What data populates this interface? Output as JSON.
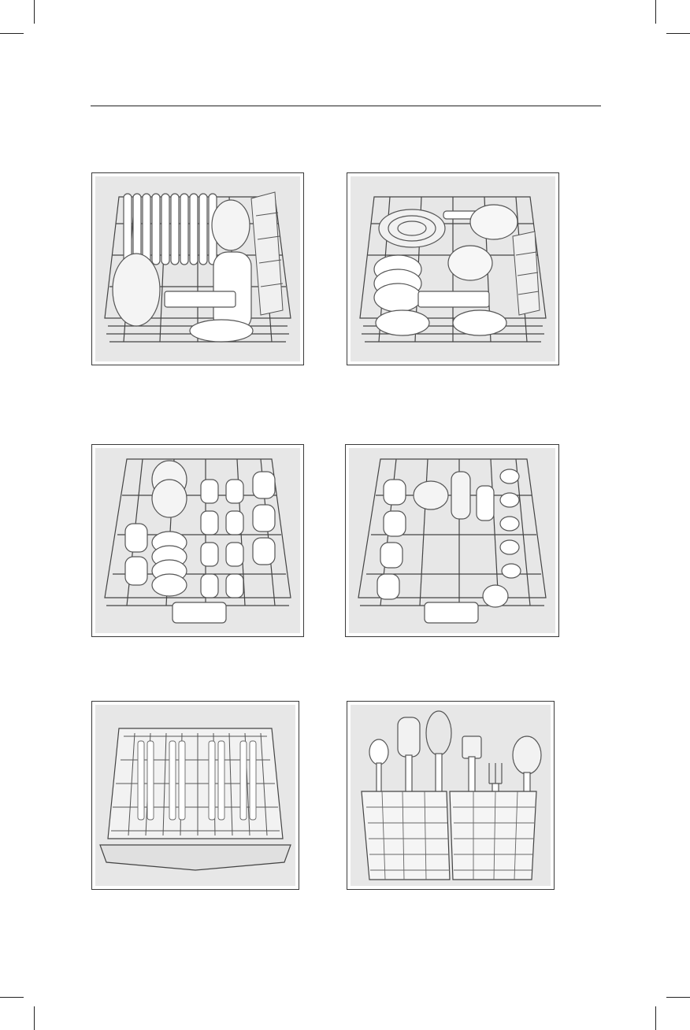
{
  "page": {
    "background": "#ffffff",
    "illustration_background": "#e7e7e7",
    "line_color": "#3a3a3a"
  },
  "illustrations": [
    {
      "id": "lower-rack-plates",
      "icon": "lower-rack-plates-illustration"
    },
    {
      "id": "lower-rack-pots",
      "icon": "lower-rack-pots-illustration"
    },
    {
      "id": "upper-rack-cups-bowls",
      "icon": "upper-rack-cups-illustration"
    },
    {
      "id": "upper-rack-glasses",
      "icon": "upper-rack-wineglasses-illustration"
    },
    {
      "id": "cutlery-tray",
      "icon": "cutlery-tray-illustration"
    },
    {
      "id": "utensil-basket",
      "icon": "utensil-basket-illustration"
    }
  ]
}
